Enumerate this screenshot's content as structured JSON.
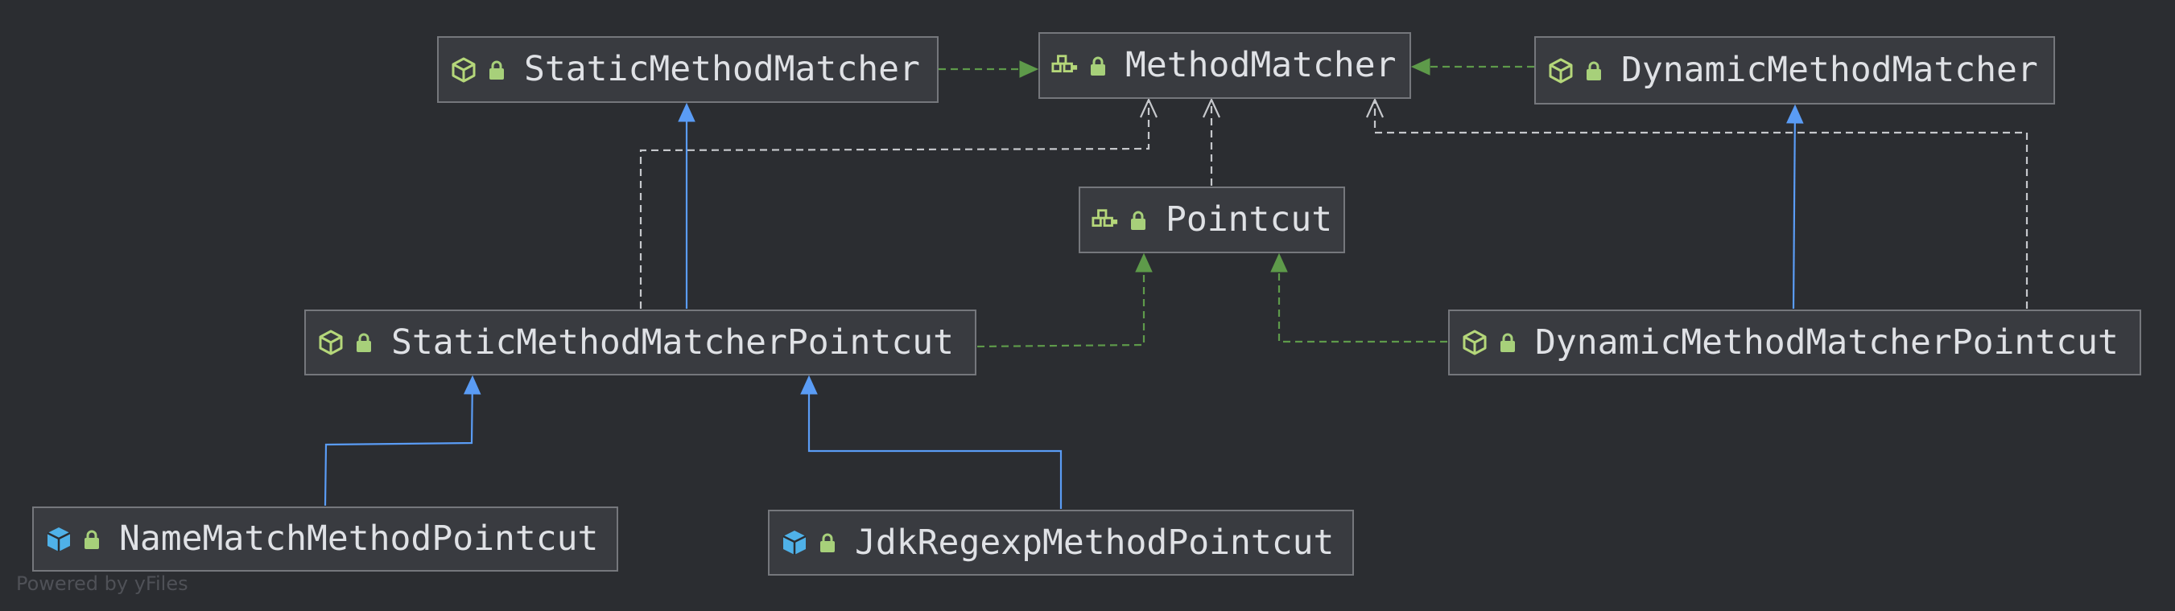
{
  "colors": {
    "background": "#2b2d31",
    "node_fill": "#393b40",
    "node_border": "#75777c",
    "text": "#dfe1e5",
    "implements_edge": "#5e9a4a",
    "extends_edge": "#5a9cf5",
    "dependency_edge": "#c6c8cc",
    "interface_icon": "#b5d77a",
    "abstract_class_icon": "#b5d77a",
    "class_icon": "#4fb1e8",
    "lock_icon": "#a7d07a"
  },
  "nodes": [
    {
      "id": "static-method-matcher",
      "label": "StaticMethodMatcher",
      "kind": "abstract-class",
      "icon": "abstract-class-icon"
    },
    {
      "id": "method-matcher",
      "label": "MethodMatcher",
      "kind": "interface",
      "icon": "interface-icon"
    },
    {
      "id": "dynamic-method-matcher",
      "label": "DynamicMethodMatcher",
      "kind": "abstract-class",
      "icon": "abstract-class-icon"
    },
    {
      "id": "pointcut",
      "label": "Pointcut",
      "kind": "interface",
      "icon": "interface-icon"
    },
    {
      "id": "static-method-matcher-pointcut",
      "label": "StaticMethodMatcherPointcut",
      "kind": "abstract-class",
      "icon": "abstract-class-icon"
    },
    {
      "id": "dynamic-method-matcher-pointcut",
      "label": "DynamicMethodMatcherPointcut",
      "kind": "abstract-class",
      "icon": "abstract-class-icon"
    },
    {
      "id": "name-match-method-pointcut",
      "label": "NameMatchMethodPointcut",
      "kind": "class",
      "icon": "class-icon"
    },
    {
      "id": "jdk-regexp-method-pointcut",
      "label": "JdkRegexpMethodPointcut",
      "kind": "class",
      "icon": "class-icon"
    }
  ],
  "edges": [
    {
      "from": "static-method-matcher",
      "to": "method-matcher",
      "type": "implements"
    },
    {
      "from": "dynamic-method-matcher",
      "to": "method-matcher",
      "type": "implements"
    },
    {
      "from": "static-method-matcher-pointcut",
      "to": "static-method-matcher",
      "type": "extends"
    },
    {
      "from": "static-method-matcher-pointcut",
      "to": "pointcut",
      "type": "implements"
    },
    {
      "from": "static-method-matcher-pointcut",
      "to": "method-matcher",
      "type": "dependency"
    },
    {
      "from": "pointcut",
      "to": "method-matcher",
      "type": "dependency"
    },
    {
      "from": "dynamic-method-matcher-pointcut",
      "to": "dynamic-method-matcher",
      "type": "extends"
    },
    {
      "from": "dynamic-method-matcher-pointcut",
      "to": "pointcut",
      "type": "implements"
    },
    {
      "from": "dynamic-method-matcher-pointcut",
      "to": "method-matcher",
      "type": "dependency"
    },
    {
      "from": "name-match-method-pointcut",
      "to": "static-method-matcher-pointcut",
      "type": "extends"
    },
    {
      "from": "jdk-regexp-method-pointcut",
      "to": "static-method-matcher-pointcut",
      "type": "extends"
    }
  ],
  "watermark": "Powered by yFiles"
}
